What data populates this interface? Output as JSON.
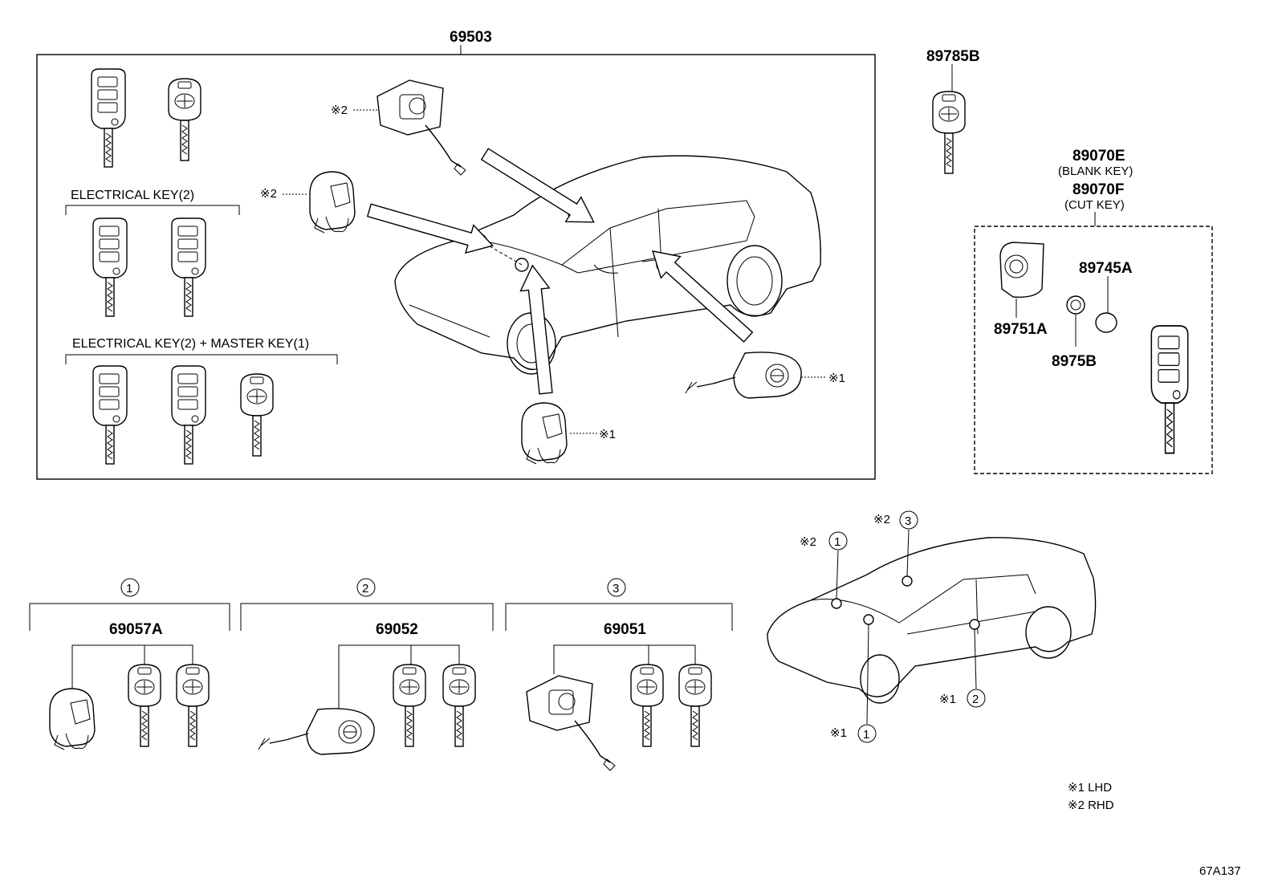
{
  "labels": {
    "main_kit": "69503",
    "key_89785B": "89785B",
    "key_89070E": "89070E",
    "blank_key": "(BLANK KEY)",
    "key_89070F": "89070F",
    "cut_key": "(CUT KEY)",
    "p89745A": "89745A",
    "p89751A": "89751A",
    "p8975B": "8975B",
    "elec_key_2": "ELECTRICAL KEY(2)",
    "elec_key_master": "ELECTRICAL KEY(2) + MASTER KEY(1)",
    "n1": "1",
    "n2": "2",
    "n3": "3",
    "set1": "69057A",
    "set2": "69052",
    "set3": "69051",
    "mark1": "※1",
    "mark2": "※2",
    "legend1": "※1 LHD",
    "legend2": "※2 RHD",
    "figure_code": "67A137"
  }
}
